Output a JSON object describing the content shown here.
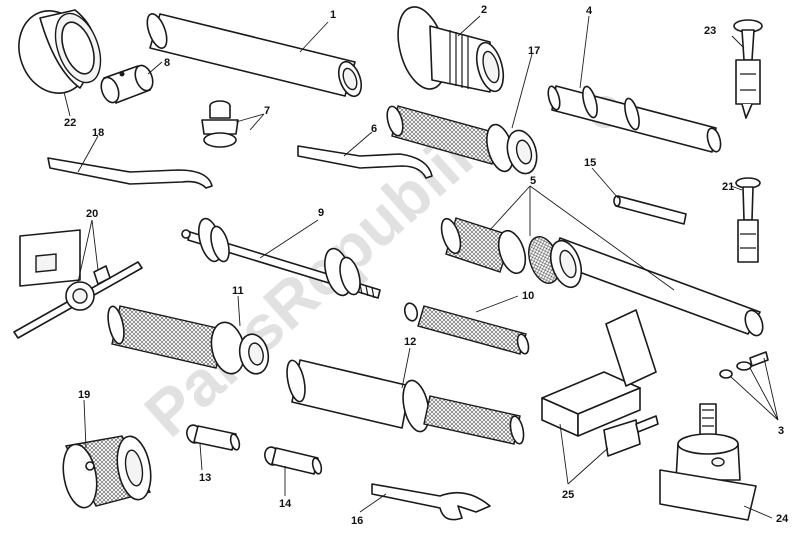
{
  "diagram": {
    "labels": [
      "1",
      "2",
      "3",
      "4",
      "5",
      "6",
      "7",
      "8",
      "9",
      "10",
      "11",
      "12",
      "13",
      "14",
      "15",
      "16",
      "17",
      "18",
      "19",
      "20",
      "21",
      "22",
      "23",
      "24",
      "25"
    ],
    "watermark": "PartsRepublik"
  },
  "colors": {
    "line": "#1a1a1a",
    "watermark": "#c9c9c9",
    "background": "#ffffff"
  }
}
